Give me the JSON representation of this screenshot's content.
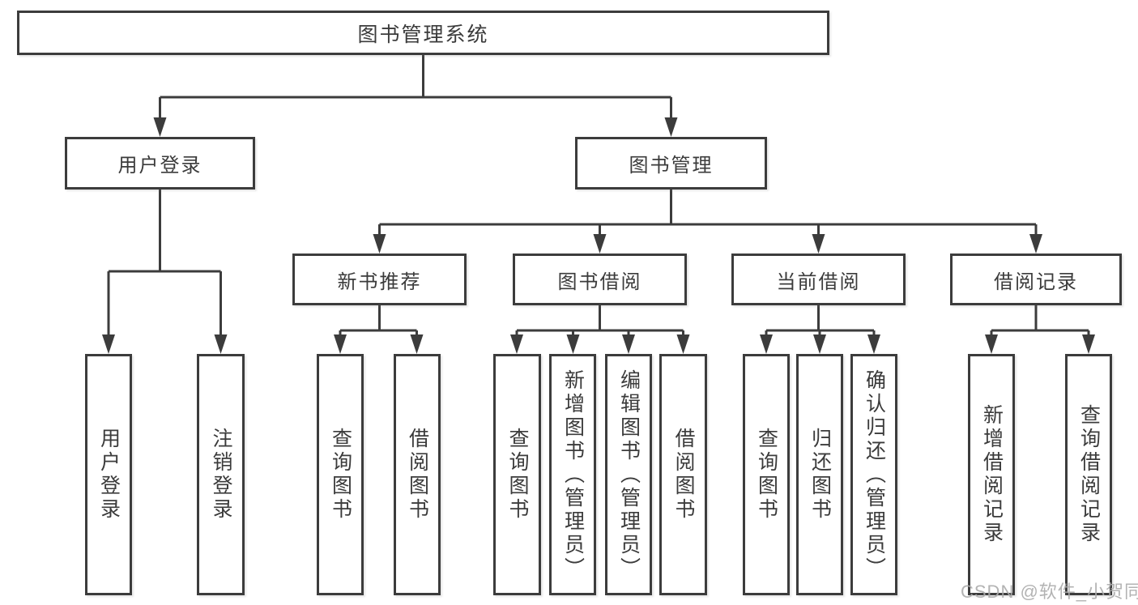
{
  "colors": {
    "line": "#3c3c3c",
    "text": "#3b3b3b",
    "watermark": "#ababab"
  },
  "nodes": {
    "root": "图书管理系统",
    "user_login": "用户登录",
    "book_management": "图书管理",
    "new_book_recommend": "新书推荐",
    "book_borrowing": "图书借阅",
    "current_borrowing": "当前借阅",
    "borrowing_records": "借阅记录",
    "leaf_user_login": "用户登录",
    "leaf_logout": "注销登录",
    "leaf_nb_query_books": "查询图书",
    "leaf_nb_borrow_books": "借阅图书",
    "leaf_bb_query_books": "查询图书",
    "leaf_bb_add_books": "新增图书（管理员）",
    "leaf_bb_edit_books": "编辑图书（管理员）",
    "leaf_bb_borrow_books": "借阅图书",
    "leaf_cb_query_books": "查询图书",
    "leaf_cb_return_books": "归还图书",
    "leaf_cb_confirm_return": "确认归还（管理员）",
    "leaf_br_add_record": "新增借阅记录",
    "leaf_br_query_record": "查询借阅记录"
  },
  "watermark": "CSDN @软件_小贺同学"
}
